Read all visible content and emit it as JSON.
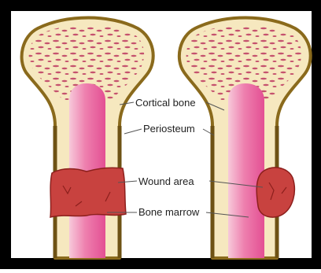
{
  "labels": {
    "cortical_bone": "Cortical bone",
    "periosteum": "Periosteum",
    "wound_area": "Wound area",
    "bone_marrow": "Bone marrow"
  },
  "colors": {
    "frame": "#000000",
    "cortical_fill": "#f6e8bf",
    "periosteum": "#8a6a1c",
    "marrow_light": "#f7c9da",
    "marrow_mid": "#ee7fae",
    "marrow_dark": "#e34f93",
    "wound_fill": "#c8423f",
    "wound_stroke": "#8c1f1c",
    "trabecular": "#c24a6a",
    "leader": "#555555"
  }
}
